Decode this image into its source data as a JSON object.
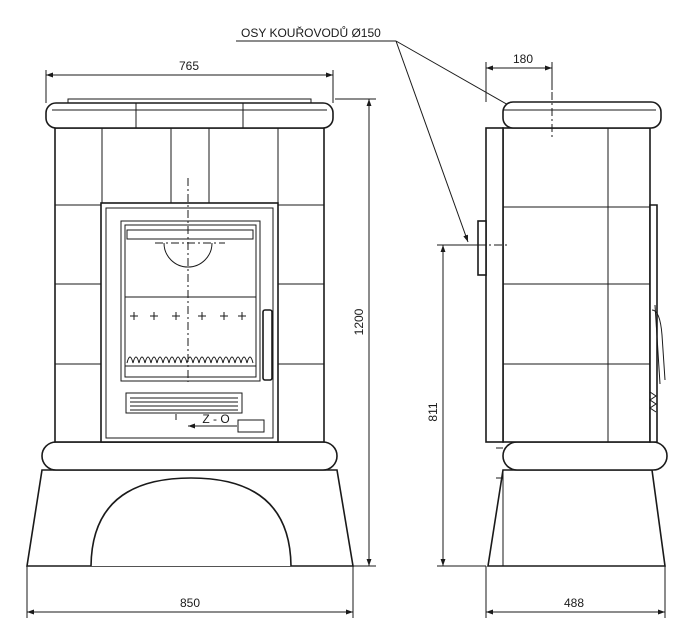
{
  "callout": {
    "flue_axes_label": "OSY KOUŘOVODŮ Ø150"
  },
  "front_view": {
    "width_top": "765",
    "width_base": "850",
    "height_total": "1200",
    "door_mark": "Z - O"
  },
  "side_view": {
    "flue_offset": "180",
    "depth_base": "488",
    "flue_height": "811"
  },
  "colors": {
    "line": "#1a1a1a",
    "background": "#ffffff"
  }
}
